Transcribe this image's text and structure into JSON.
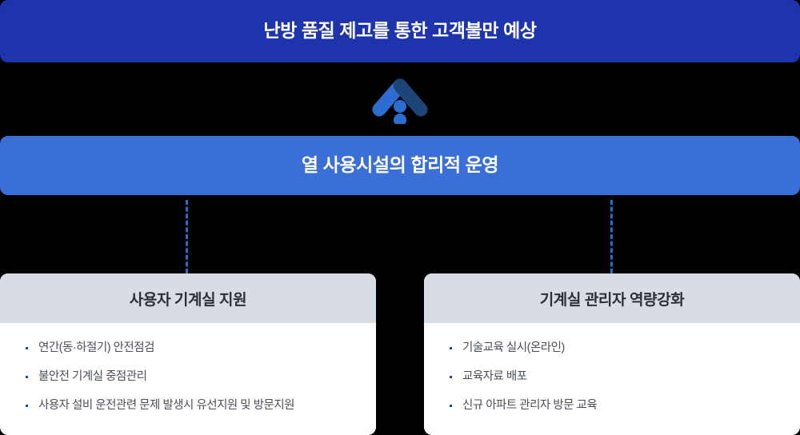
{
  "goal": {
    "label": "난방 품질 제고를 통한 고객불만 예상",
    "bg_color": "#1d34ad",
    "text_color": "#ffffff"
  },
  "arrow": {
    "icon": "chevron-up-icon",
    "left_color": "#2d6cd0",
    "right_color": "#1d4578",
    "dot_color": "#2d6cd0"
  },
  "strategy": {
    "label": "열 사용시설의 합리적 운영",
    "bg_color": "#3a6fd8",
    "text_color": "#ffffff"
  },
  "connector": {
    "color": "#1d6fd0",
    "style": "dashed"
  },
  "cards": [
    {
      "title": "사용자 기계실 지원",
      "header_bg": "#d8dde5",
      "body_bg": "#ffffff",
      "items": [
        "연간(동·하절기) 안전점검",
        "불안전 기계실 중점관리",
        "사용자 설비 운전관련 문제 발생시 유선지원 및 방문지원"
      ]
    },
    {
      "title": "기계실 관리자 역량강화",
      "header_bg": "#d8dde5",
      "body_bg": "#ffffff",
      "items": [
        "기술교육 실시(온라인)",
        "교육자료 배포",
        "신규 아파트 관리자 방문 교육"
      ]
    }
  ]
}
